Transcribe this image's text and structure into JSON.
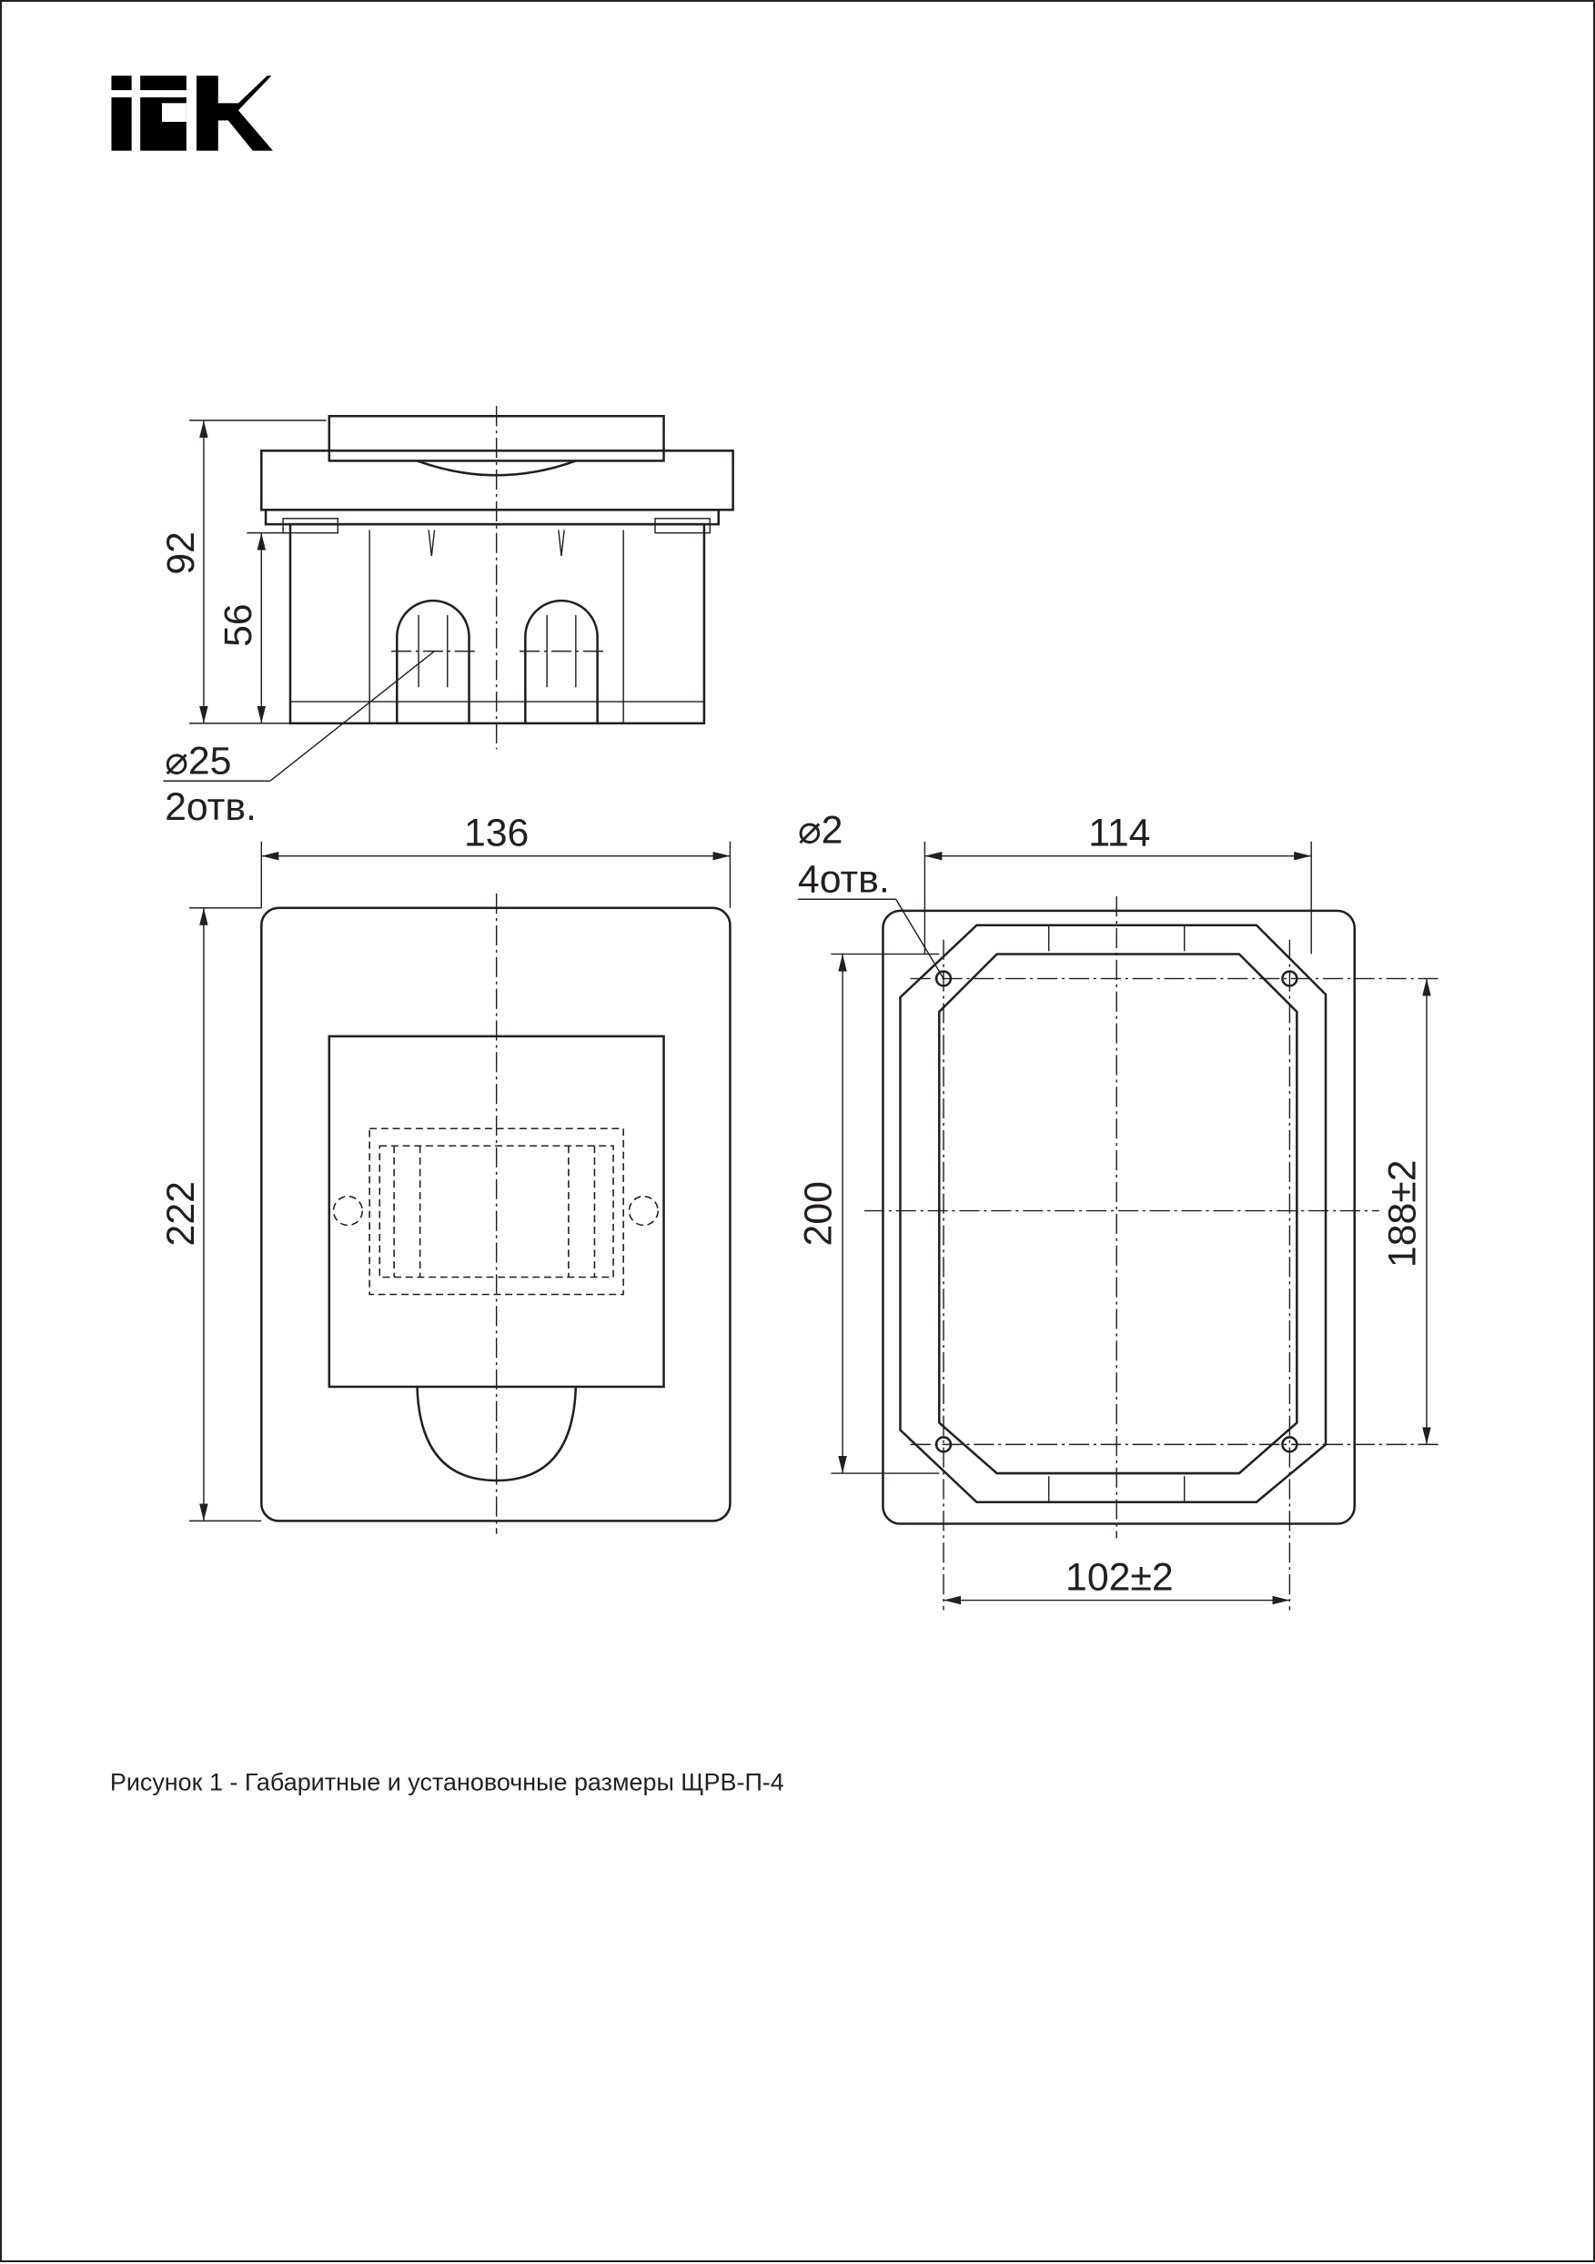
{
  "logo": {
    "text": "IEK"
  },
  "side_view": {
    "dim_height_total": "92",
    "dim_height_box": "56",
    "hole_diameter": "⌀25",
    "hole_count": "2отв."
  },
  "front_view": {
    "dim_width": "136",
    "dim_height": "222"
  },
  "mounting_view": {
    "dim_hole_spacing_top": "114",
    "hole_diameter": "⌀2",
    "hole_count": "4отв.",
    "dim_height": "200",
    "dim_vertical_spacing": "188±2",
    "dim_horizontal_spacing": "102±2"
  },
  "caption": "Рисунок 1 - Габаритные и установочные размеры ЩРВ-П-4"
}
